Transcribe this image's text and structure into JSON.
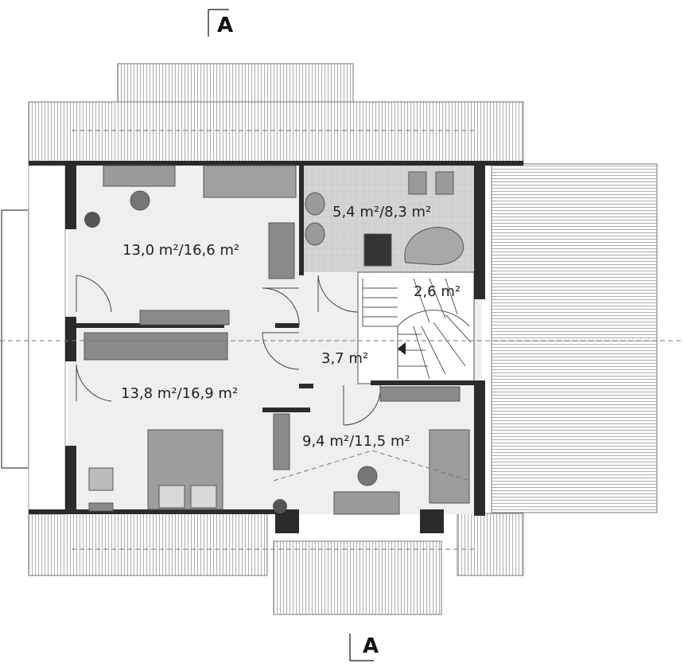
{
  "plan": {
    "section_marker_top": "A",
    "section_marker_bottom": "A",
    "rooms": [
      {
        "id": "bedroom-top-left",
        "area": "13,0 m²/16,6 m²"
      },
      {
        "id": "bedroom-bottom-left",
        "area": "13,8 m²/16,9 m²"
      },
      {
        "id": "bathroom",
        "area": "5,4 m²/8,3 m²"
      },
      {
        "id": "stair-landing",
        "area": "2,6 m²"
      },
      {
        "id": "hall",
        "area": "3,7 m²"
      },
      {
        "id": "bedroom-right",
        "area": "9,4 m²/11,5 m²"
      }
    ]
  },
  "colors": {
    "wall": "#2b2b2b",
    "floor": "#efefef",
    "bath_floor": "#cfcfcf",
    "roof_line": "#9a9a9a",
    "furniture": "#8c8c8c"
  }
}
